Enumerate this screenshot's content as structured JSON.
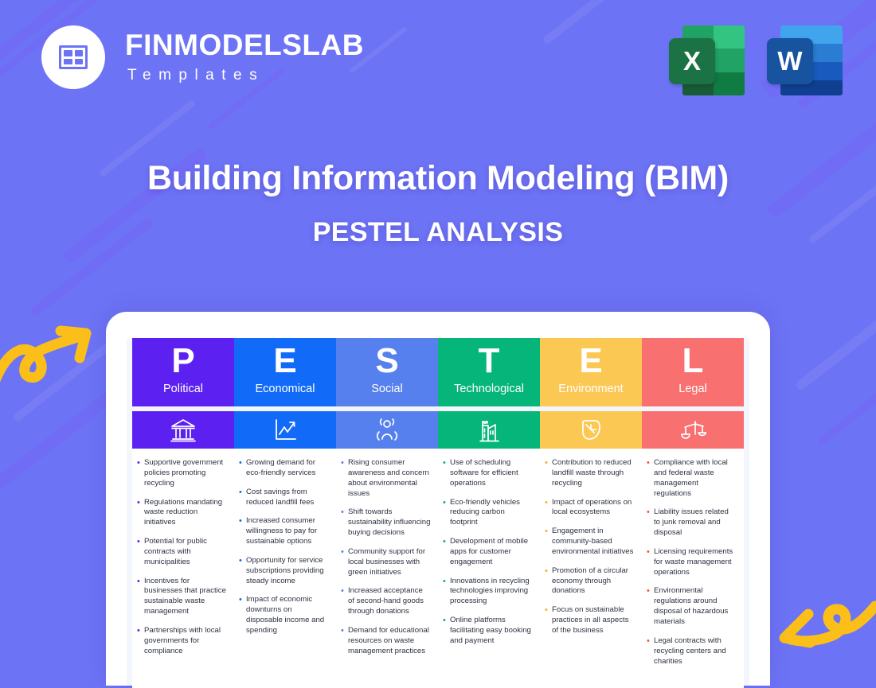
{
  "brand": {
    "name": "FINMODELSLAB",
    "name_part1": "FINM",
    "name_part_o": "O",
    "name_part2": "DELSLAB",
    "tagline": "Templates",
    "logo_icon": "grid-squares-icon"
  },
  "office_icons": [
    {
      "name": "excel-icon",
      "letter": "X",
      "badge_color": "#1b7245",
      "page_colors": [
        "#21a366",
        "#33c481",
        "#107c41",
        "#21a366",
        "#185c37",
        "#107c41"
      ]
    },
    {
      "name": "word-icon",
      "letter": "W",
      "badge_color": "#17539f",
      "page_colors": [
        "#41a5ee",
        "#41a5ee",
        "#2b7cd3",
        "#2b7cd3",
        "#185abd",
        "#185abd"
      ]
    }
  ],
  "titles": {
    "main": "Building Information Modeling (BIM)",
    "sub": "PESTEL ANALYSIS"
  },
  "decor": {
    "arrow_color": "#fcbf19",
    "arrow_left_name": "arrow-up-right-squiggle",
    "arrow_right_name": "arrow-down-left-squiggle",
    "background_color": "#6d73f5"
  },
  "pestel": {
    "columns": [
      {
        "letter": "P",
        "category": "Political",
        "color": "#5c21f0",
        "icon": "bank-institution-icon",
        "bullets": [
          " Supportive government policies promoting recycling",
          "Regulations mandating waste reduction initiatives",
          "Potential for public contracts with municipalities",
          "Incentives for businesses that practice sustainable waste management",
          "Partnerships with local governments for compliance"
        ]
      },
      {
        "letter": "E",
        "category": "Economical",
        "color": "#116bf8",
        "icon": "line-chart-icon",
        "bullets": [
          "Growing demand for eco-friendly services",
          "Cost savings from reduced landfill fees",
          "Increased consumer willingness to pay for sustainable options",
          "Opportunity for service subscriptions providing steady income",
          "Impact of economic downturns on disposable income and spending"
        ]
      },
      {
        "letter": "S",
        "category": "Social",
        "color": "#5680ee",
        "icon": "people-group-icon",
        "bullets": [
          "Rising consumer awareness and concern about environmental issues",
          "Shift towards sustainability influencing buying decisions",
          "Community support for local businesses with green initiatives",
          "Increased acceptance of second-hand goods through donations",
          "Demand for educational resources on waste management practices"
        ]
      },
      {
        "letter": "T",
        "category": "Technological",
        "color": "#05b579",
        "icon": "factory-building-icon",
        "bullets": [
          "Use of scheduling software for efficient operations",
          "Eco-friendly vehicles reducing carbon footprint",
          "Development of mobile apps for customer engagement",
          "Innovations in recycling technologies improving processing",
          "Online platforms facilitating easy booking and payment"
        ]
      },
      {
        "letter": "E",
        "category": "Environment",
        "color": "#fcc854",
        "icon": "leaf-shield-icon",
        "bullets": [
          " Contribution to reduced landfill waste through recycling",
          "Impact of operations on local ecosystems",
          "Engagement in community-based environmental initiatives",
          "Promotion of a circular economy through donations",
          "Focus on sustainable practices in all aspects of the business"
        ]
      },
      {
        "letter": "L",
        "category": "Legal",
        "color": "#f97070",
        "icon": "scales-justice-icon",
        "bullets": [
          "Compliance with local and federal waste management regulations",
          "Liability issues related to junk removal and disposal",
          "Licensing requirements for waste management operations",
          "Environmental regulations around disposal of hazardous materials",
          "Legal contracts with recycling centers and charities"
        ]
      }
    ]
  }
}
